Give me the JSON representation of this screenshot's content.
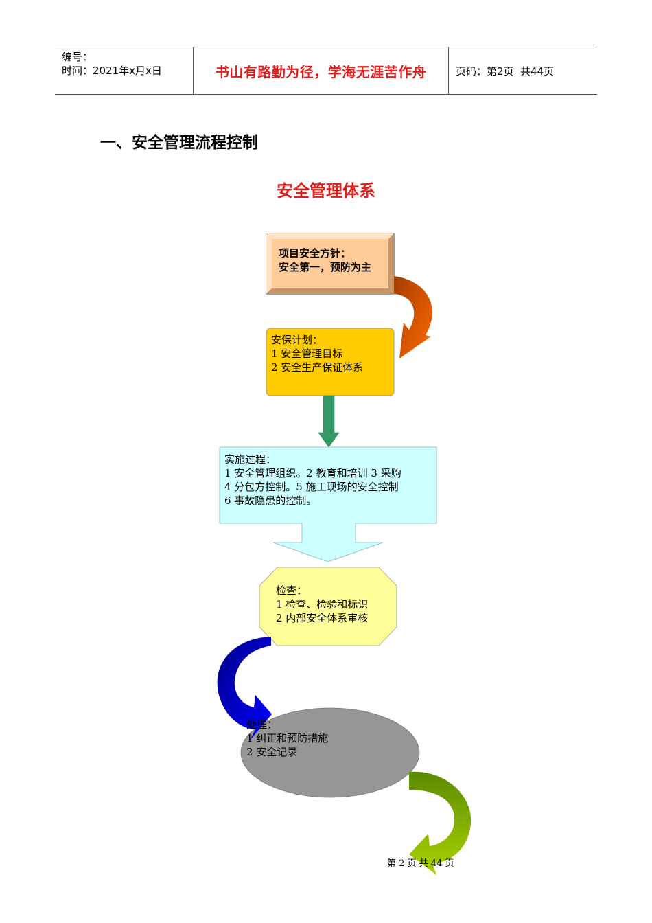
{
  "header": {
    "number_label": "编号：",
    "time_label": "时间：2021年x月x日",
    "motto": "书山有路勤为径，学海无涯苦作舟",
    "page_info": "页码：第2页  共44页"
  },
  "section_title": "一、安全管理流程控制",
  "chart_title": "安全管理体系",
  "nodes": {
    "policy": {
      "line1": "项目安全方针：",
      "line2": "安全第一，预防为主"
    },
    "plan": {
      "title": "安保计划：",
      "item1": "1 安全管理目标",
      "item2": "2 安全生产保证体系"
    },
    "implement": {
      "title": "实施过程：",
      "item1": "1 安全管理组织。2 教育和培训 3 采购",
      "item2": "4 分包方控制。5 施工现场的安全控制",
      "item3": "6 事故隐患的控制。"
    },
    "check": {
      "title": "检查：",
      "item1": "1 检查、检验和标识",
      "item2": "2 内部安全体系审核"
    },
    "handle": {
      "title": "处理：",
      "item1": "1 纠正和预防措施",
      "item2": "2 安全记录"
    }
  },
  "colors": {
    "policy_fill": "#ffcc99",
    "plan_fill": "#ffcc00",
    "implement_fill": "#ccffff",
    "check_fill": "#ffff99",
    "handle_fill": "#969696",
    "arrow_orange": "#ff6600",
    "arrow_green": "#339966",
    "arrow_blue": "#0000cc",
    "arrow_lime": "#99cc00",
    "accent_red": "#e0201e"
  },
  "footer": "第 2 页 共 44 页"
}
